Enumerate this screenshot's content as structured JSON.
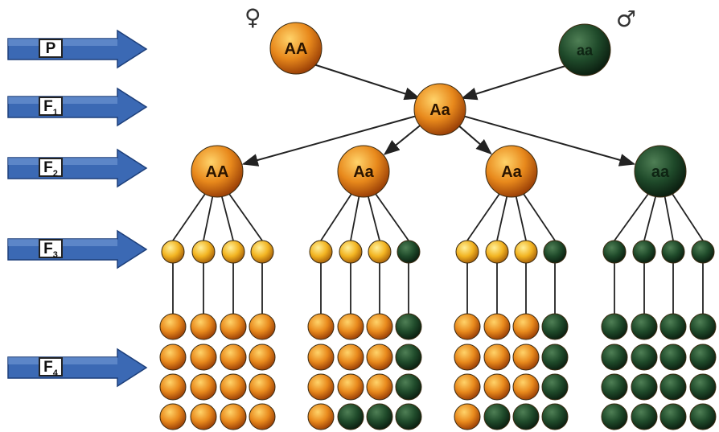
{
  "generations": [
    {
      "label": "P",
      "sub": ""
    },
    {
      "label": "F",
      "sub": "1"
    },
    {
      "label": "F",
      "sub": "2"
    },
    {
      "label": "F",
      "sub": "3"
    },
    {
      "label": "F",
      "sub": "4"
    }
  ],
  "sex_symbols": {
    "female": "♀",
    "male": "♂"
  },
  "parents": {
    "female": "AA",
    "male": "aa"
  },
  "f1": "Aa",
  "f2": [
    "AA",
    "Aa",
    "Aa",
    "aa"
  ],
  "f3_rows": [
    [
      "yellow",
      "yellow",
      "yellow",
      "yellow"
    ],
    [
      "yellow",
      "yellow",
      "yellow",
      "green"
    ],
    [
      "yellow",
      "yellow",
      "yellow",
      "green"
    ],
    [
      "green",
      "green",
      "green",
      "green"
    ]
  ],
  "f4_grids": [
    [
      [
        "orange",
        "orange",
        "orange",
        "orange"
      ],
      [
        "orange",
        "orange",
        "orange",
        "orange"
      ],
      [
        "orange",
        "orange",
        "orange",
        "orange"
      ],
      [
        "orange",
        "orange",
        "orange",
        "orange"
      ]
    ],
    [
      [
        "orange",
        "orange",
        "orange",
        "green"
      ],
      [
        "orange",
        "orange",
        "orange",
        "green"
      ],
      [
        "orange",
        "orange",
        "orange",
        "green"
      ],
      [
        "orange",
        "green",
        "green",
        "green"
      ]
    ],
    [
      [
        "orange",
        "orange",
        "orange",
        "green"
      ],
      [
        "orange",
        "orange",
        "orange",
        "green"
      ],
      [
        "orange",
        "orange",
        "orange",
        "green"
      ],
      [
        "orange",
        "green",
        "green",
        "green"
      ]
    ],
    [
      [
        "green",
        "green",
        "green",
        "green"
      ],
      [
        "green",
        "green",
        "green",
        "green"
      ],
      [
        "green",
        "green",
        "green",
        "green"
      ],
      [
        "green",
        "green",
        "green",
        "green"
      ]
    ]
  ],
  "colors": {
    "orange": "#e8891c",
    "yellow": "#f2b422",
    "green": "#1f4a2a",
    "arrow": "#3b69b4",
    "line": "#222222"
  }
}
